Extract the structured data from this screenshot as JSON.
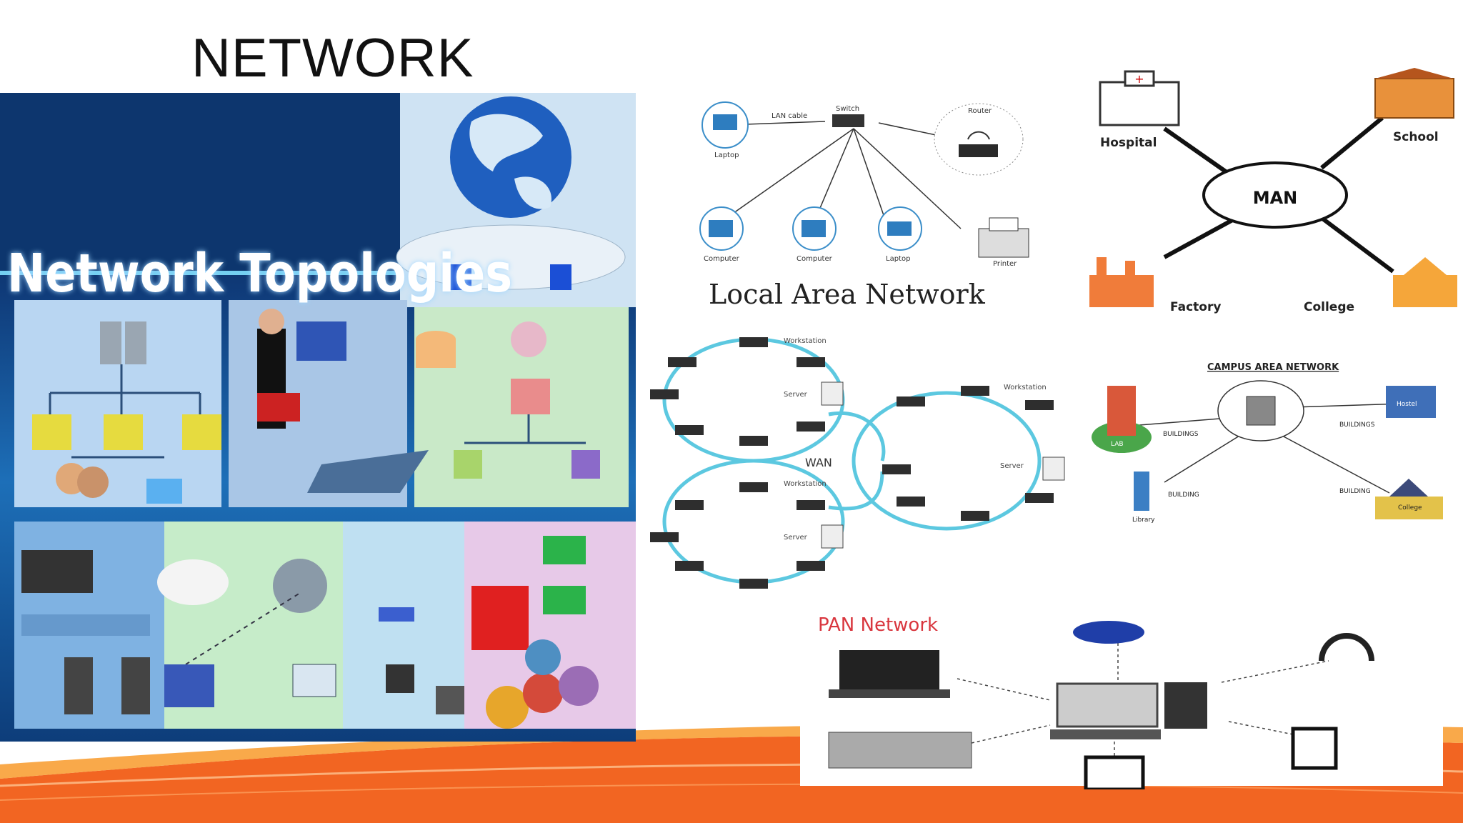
{
  "slide": {
    "title": "NETWORK"
  },
  "topologies": {
    "title": "Network Topologies"
  },
  "lan": {
    "caption": "Local Area Network",
    "nodes": {
      "laptop_1": "Laptop",
      "switch": "Switch",
      "router": "Router",
      "computer_1": "Computer",
      "computer_2": "Computer",
      "laptop_2": "Laptop",
      "printer": "Printer"
    },
    "cable_label": "LAN cable"
  },
  "man": {
    "center": "MAN",
    "hospital": "Hospital",
    "school": "School",
    "factory": "Factory",
    "college": "College"
  },
  "wan": {
    "center": "WAN",
    "workstation": "Workstation",
    "server": "Server"
  },
  "can": {
    "title": "CAMPUS AREA NETWORK",
    "lab": "LAB",
    "hostel": "Hostel",
    "library": "Library",
    "college": "College",
    "buildings": "BUILDINGS",
    "building": "BUILDING"
  },
  "pan": {
    "title": "PAN Network"
  },
  "colors": {
    "orange": "#f26522",
    "cyan": "#5cc8e0",
    "pan_red": "#d9363e"
  }
}
